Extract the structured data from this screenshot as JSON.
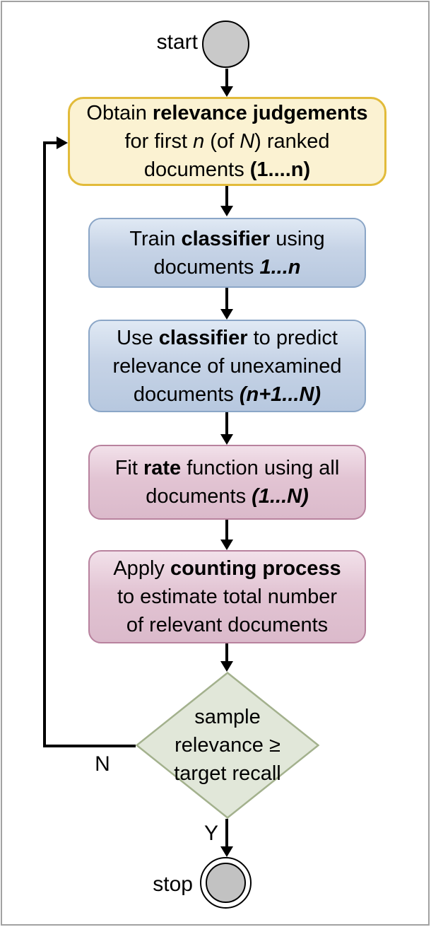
{
  "labels": {
    "start": "start",
    "stop": "stop",
    "branch_no": "N",
    "branch_yes": "Y"
  },
  "nodes": {
    "obtain": {
      "shape": "rounded-rect",
      "fill": "#fbf2d2",
      "border": "#e2bb3a",
      "lines": [
        [
          {
            "t": "Obtain ",
            "s": "r"
          },
          {
            "t": "relevance judgements",
            "s": "b"
          }
        ],
        [
          {
            "t": "for first ",
            "s": "r"
          },
          {
            "t": "n",
            "s": "i"
          },
          {
            "t": " (of ",
            "s": "r"
          },
          {
            "t": "N",
            "s": "i"
          },
          {
            "t": ") ranked",
            "s": "r"
          }
        ],
        [
          {
            "t": "documents ",
            "s": "r"
          },
          {
            "t": "(1....n)",
            "s": "b"
          }
        ]
      ]
    },
    "train": {
      "shape": "rounded-rect",
      "fill": "#c6d3e6",
      "border": "#8ba6c7",
      "lines": [
        [
          {
            "t": "Train ",
            "s": "r"
          },
          {
            "t": "classifier",
            "s": "b"
          },
          {
            "t": " using",
            "s": "r"
          }
        ],
        [
          {
            "t": "documents ",
            "s": "r"
          },
          {
            "t": "1...n",
            "s": "bi"
          }
        ]
      ]
    },
    "use": {
      "shape": "rounded-rect",
      "fill": "#c6d3e6",
      "border": "#8ba6c7",
      "lines": [
        [
          {
            "t": "Use ",
            "s": "r"
          },
          {
            "t": "classifier",
            "s": "b"
          },
          {
            "t": " to predict",
            "s": "r"
          }
        ],
        [
          {
            "t": "relevance of unexamined",
            "s": "r"
          }
        ],
        [
          {
            "t": "documents ",
            "s": "r"
          },
          {
            "t": "(n+1...N)",
            "s": "bi"
          }
        ]
      ]
    },
    "fit": {
      "shape": "rounded-rect",
      "fill": "#e2c4d3",
      "border": "#b8829e",
      "lines": [
        [
          {
            "t": "Fit ",
            "s": "r"
          },
          {
            "t": "rate",
            "s": "b"
          },
          {
            "t": " function using all",
            "s": "r"
          }
        ],
        [
          {
            "t": "documents ",
            "s": "r"
          },
          {
            "t": "(1...N)",
            "s": "bi"
          }
        ]
      ]
    },
    "count": {
      "shape": "rounded-rect",
      "fill": "#e2c4d3",
      "border": "#b8829e",
      "lines": [
        [
          {
            "t": "Apply ",
            "s": "r"
          },
          {
            "t": "counting process",
            "s": "b"
          }
        ],
        [
          {
            "t": "to estimate total number",
            "s": "r"
          }
        ],
        [
          {
            "t": "of relevant documents",
            "s": "r"
          }
        ]
      ]
    },
    "decision": {
      "shape": "diamond",
      "fill": "#e1e7d9",
      "border": "#a3b18d",
      "lines": [
        "sample",
        "relevance ≥",
        "target recall"
      ]
    }
  },
  "terminals": {
    "start_fill": "#c9c9c9",
    "stop_fill": "#c2c2c2",
    "outline": "#000000"
  },
  "colors": {
    "page_background": "#ffffff",
    "page_border": "#a2a2a2",
    "connector": "#000000",
    "text": "#000000"
  }
}
